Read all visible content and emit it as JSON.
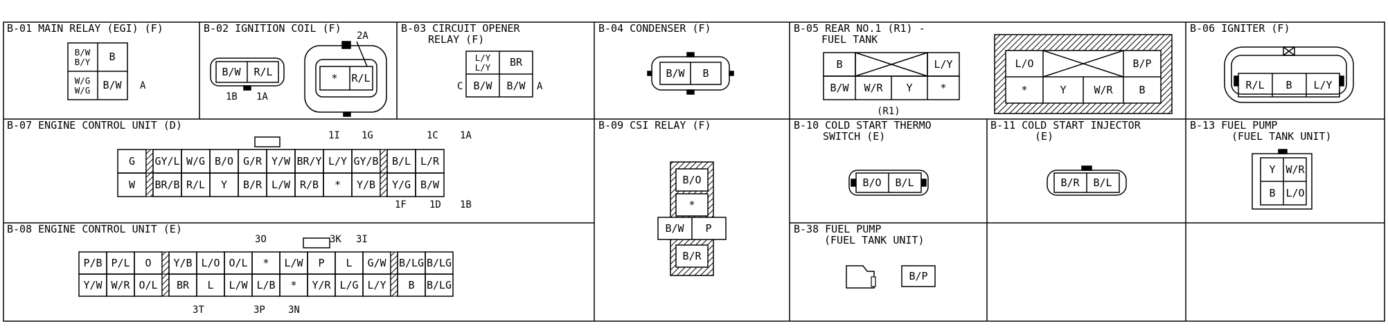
{
  "panels": {
    "b01": {
      "title": "B-01 MAIN RELAY (EGI) (F)",
      "cells": [
        "B/W\nB/Y",
        "B",
        "W/G\nW/G",
        "B/W"
      ],
      "pin_a": "A"
    },
    "b02": {
      "title": "B-02 IGNITION COIL (F)",
      "callout": "2A",
      "left_cells": [
        "B/W",
        "R/L"
      ],
      "pins": [
        "1B",
        "1A"
      ],
      "right_cells": [
        "*",
        "R/L"
      ]
    },
    "b03": {
      "title_line1": "B-03 CIRCUIT OPENER",
      "title_line2": "RELAY (F)",
      "cells": [
        "L/Y\nL/Y",
        "BR",
        "B/W",
        "B/W"
      ],
      "pin_c": "C",
      "pin_a": "A"
    },
    "b04": {
      "title": "B-04 CONDENSER (F)",
      "cells": [
        "B/W",
        "B"
      ]
    },
    "b05": {
      "title_line1": "B-05 REAR NO.1 (R1) -",
      "title_line2": "FUEL TANK",
      "left_top": [
        "B",
        "",
        "L/Y"
      ],
      "left_bottom": [
        "B/W",
        "W/R",
        "Y",
        "*"
      ],
      "left_label": "(R1)",
      "right_top": [
        "L/O",
        "",
        "B/P"
      ],
      "right_bottom": [
        "*",
        "Y",
        "W/R",
        "B"
      ]
    },
    "b06": {
      "title": "B-06 IGNITER (F)",
      "cells": [
        "R/L",
        "B",
        "L/Y"
      ]
    },
    "b07": {
      "title": "B-07 ENGINE CONTROL UNIT (D)",
      "top_pins": [
        "1I",
        "1G",
        "1C",
        "1A"
      ],
      "row1": [
        "G",
        "GY/L",
        "W/G",
        "B/O",
        "G/R",
        "Y/W",
        "BR/Y",
        "L/Y",
        "GY/B",
        "B/L",
        "L/R"
      ],
      "row2": [
        "W",
        "BR/B",
        "R/L",
        "Y",
        "B/R",
        "L/W",
        "R/B",
        "*",
        "Y/B",
        "Y/G",
        "B/W"
      ],
      "bottom_pins": [
        "1F",
        "1D",
        "1B"
      ]
    },
    "b08": {
      "title": "B-08 ENGINE CONTROL UNIT (E)",
      "top_pins": [
        "3O",
        "3K",
        "3I"
      ],
      "row1": [
        "P/B",
        "P/L",
        "O",
        "Y/B",
        "L/O",
        "O/L",
        "*",
        "L/W",
        "P",
        "L",
        "G/W",
        "B/LG",
        "B/LG"
      ],
      "row2": [
        "Y/W",
        "W/R",
        "O/L",
        "BR",
        "L",
        "L/W",
        "L/B",
        "*",
        "Y/R",
        "L/G",
        "L/Y",
        "B",
        "B/LG"
      ],
      "bottom_pins": [
        "3T",
        "3P",
        "3N"
      ]
    },
    "b09": {
      "title": "B-09 CSI RELAY (F)",
      "cells": [
        "B/O",
        "*",
        "B/W",
        "P",
        "B/R"
      ]
    },
    "b10": {
      "title_line1": "B-10 COLD START THERMO",
      "title_line2": "SWITCH (E)",
      "cells": [
        "B/O",
        "B/L"
      ]
    },
    "b11": {
      "title_line1": "B-11 COLD START INJECTOR",
      "title_line2": "(E)",
      "cells": [
        "B/R",
        "B/L"
      ]
    },
    "b13": {
      "title_line1": "B-13 FUEL PUMP",
      "title_line2": "(FUEL TANK UNIT)",
      "cells": [
        "Y",
        "W/R",
        "B",
        "L/O"
      ]
    },
    "b38": {
      "title_line1": "B-38 FUEL PUMP",
      "title_line2": "(FUEL TANK UNIT)",
      "cells": [
        "B/P"
      ]
    }
  }
}
